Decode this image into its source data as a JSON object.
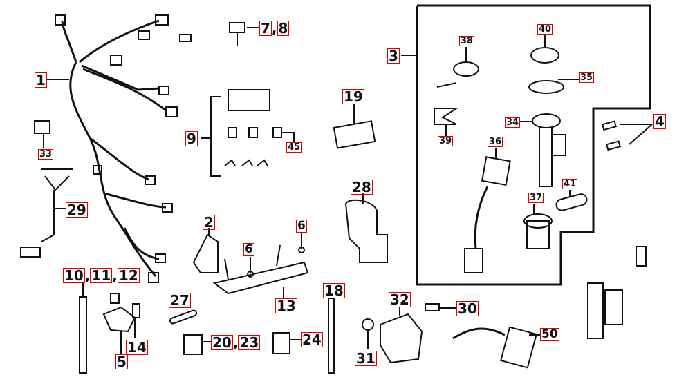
{
  "diagram": {
    "type": "exploded parts diagram",
    "callouts": {
      "p1": "1",
      "p2": "2",
      "p3": "3",
      "p4": "4",
      "p5": "5",
      "p6a": "6",
      "p6b": "6",
      "p7": "7",
      "p8": "8",
      "p9": "9",
      "p10": "10",
      "p11": "11",
      "p12": "12",
      "p13": "13",
      "p14": "14",
      "p18": "18",
      "p19": "19",
      "p20": "20",
      "p23": "23",
      "p24": "24",
      "p27": "27",
      "p28": "28",
      "p29": "29",
      "p30": "30",
      "p31": "31",
      "p32": "32",
      "p33": "33",
      "p34": "34",
      "p35": "35",
      "p36": "36",
      "p37": "37",
      "p38": "38",
      "p39": "39",
      "p40": "40",
      "p41": "41",
      "p45": "45",
      "p50": "50"
    },
    "separator": ",",
    "highlight_color": "#e00000",
    "line_color": "#111111"
  }
}
